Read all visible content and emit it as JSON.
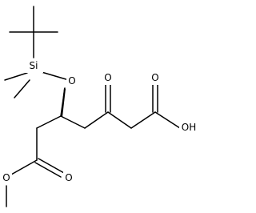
{
  "molecule": {
    "atoms": {
      "si": "Si",
      "ether_o": "O",
      "ketone_o": "O",
      "acid_o": "O",
      "acid_oh": "OH",
      "ester_o_carbonyl": "O",
      "ester_o_methoxy": "O"
    }
  }
}
